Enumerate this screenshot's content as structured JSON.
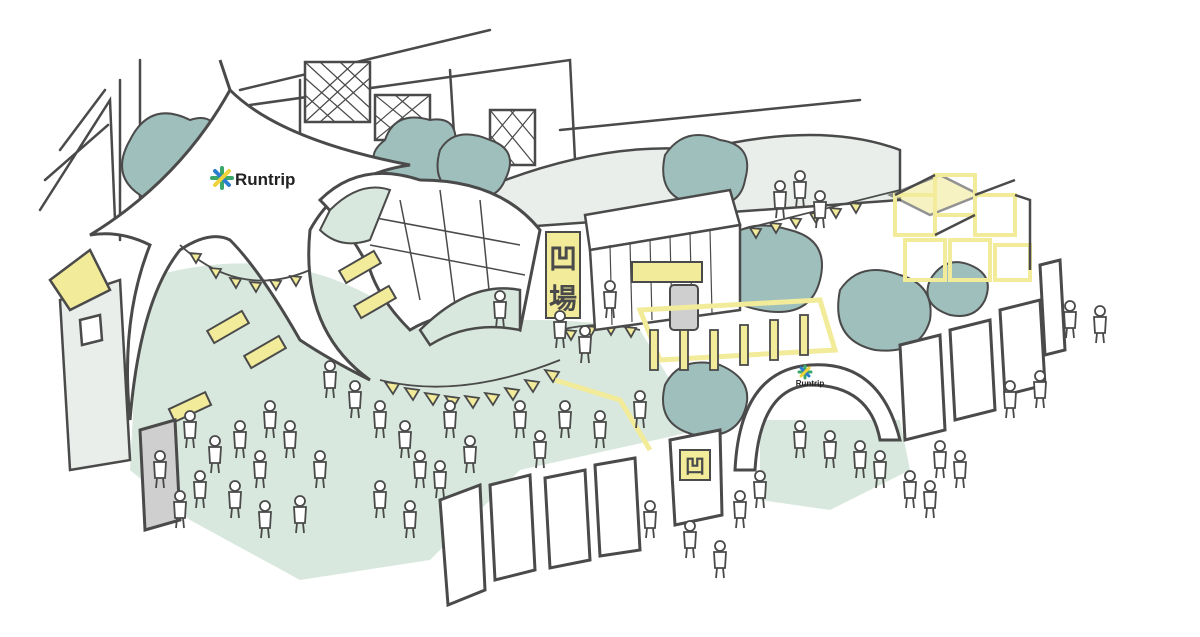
{
  "scene": {
    "brand": {
      "tent_logo_text": "Runtrip",
      "arch_logo_text": "Runtrip",
      "logo_icon": "asterisk-star-icon"
    },
    "signage": {
      "vertical_sign_chars": [
        "凹",
        "場"
      ],
      "panel_symbol": "凹"
    },
    "colors": {
      "line": "#4a4a4a",
      "ground_green": "#d8e8de",
      "tree_green": "#9fbfbc",
      "accent_yellow": "#f2eb9a",
      "logo_green": "#3aa86a",
      "logo_blue": "#2b7fd0",
      "logo_yellow": "#f0d23a",
      "paper": "#ffffff",
      "shade": "#cfcfcf"
    }
  }
}
